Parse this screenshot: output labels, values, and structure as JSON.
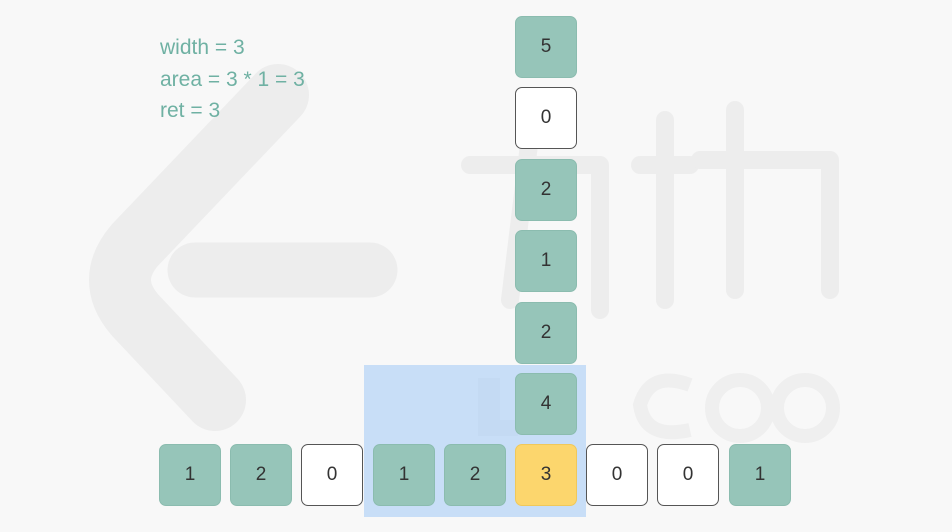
{
  "info": {
    "width_line": "width = 3",
    "area_line": "area = 3 * 1 = 3",
    "ret_line": "ret = 3"
  },
  "stack": {
    "values": [
      "5",
      "0",
      "2",
      "1",
      "2",
      "4"
    ],
    "states": [
      "filled",
      "empty",
      "filled",
      "filled",
      "filled",
      "filled"
    ]
  },
  "array": {
    "values": [
      "1",
      "2",
      "0",
      "1",
      "2",
      "3",
      "0",
      "0",
      "1"
    ],
    "states": [
      "filled",
      "filled",
      "empty",
      "filled",
      "filled",
      "current",
      "empty",
      "empty",
      "filled"
    ]
  },
  "colors": {
    "filled": "#96c5b9",
    "empty": "#ffffff",
    "current": "#fcd66d",
    "highlight": "#a0c8f5",
    "text": "#6fb1a3"
  }
}
